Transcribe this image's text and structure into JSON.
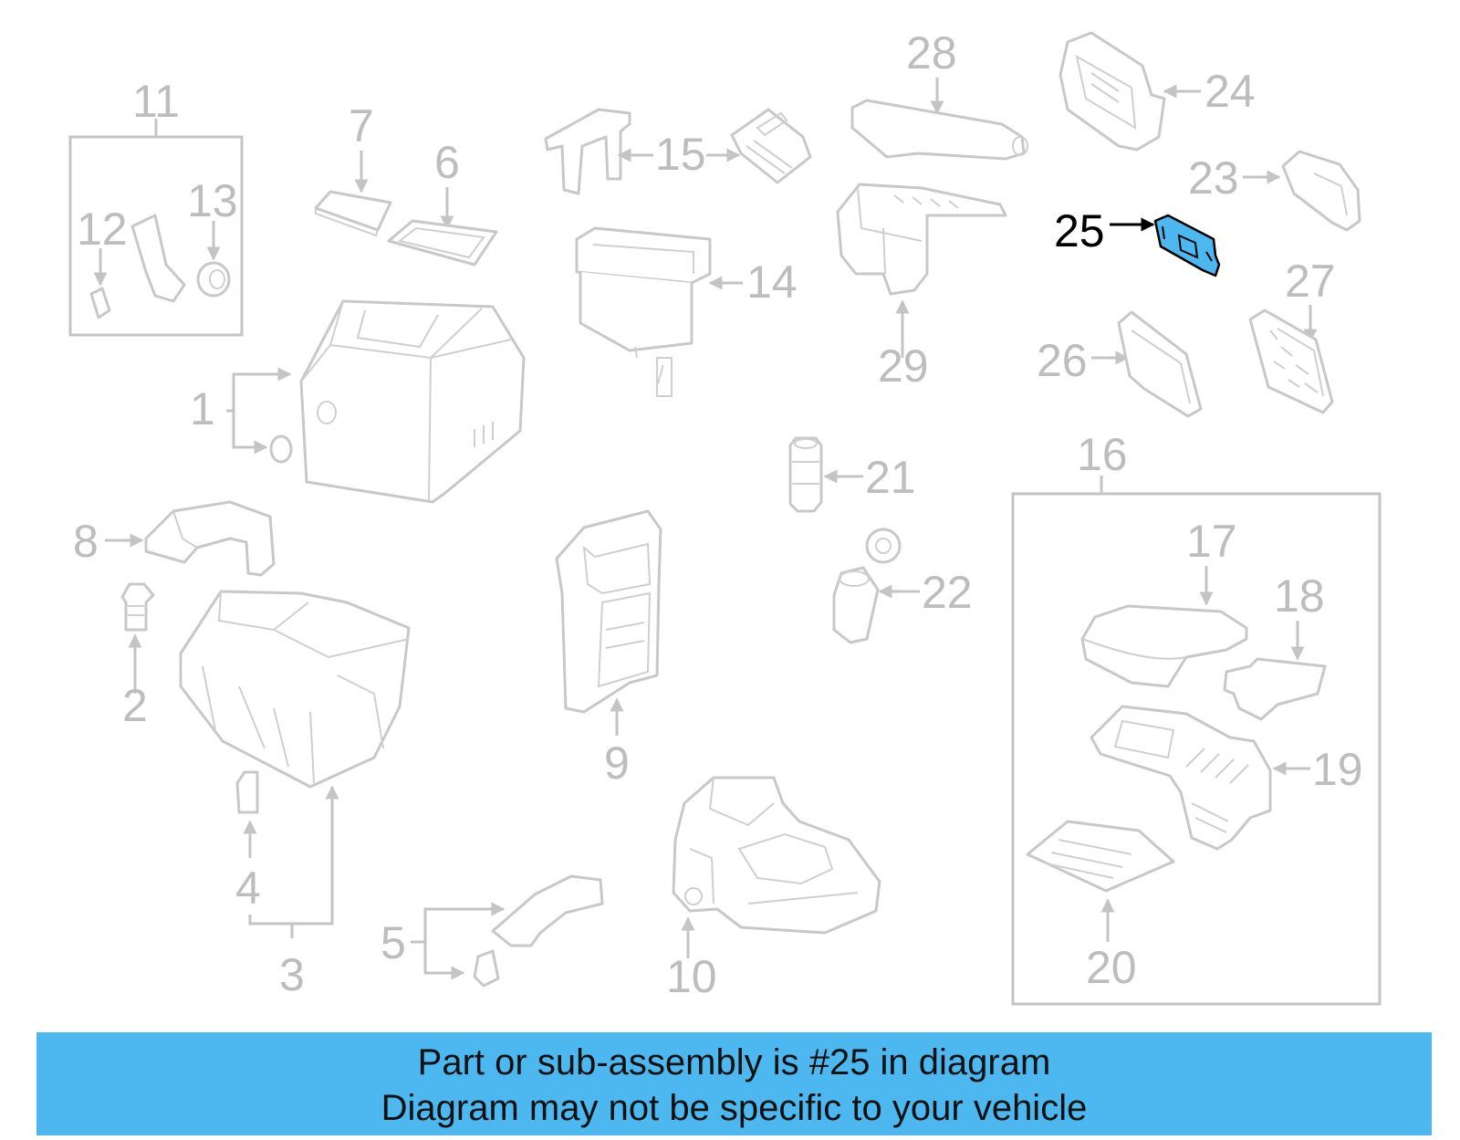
{
  "diagram": {
    "callouts": [
      "1",
      "2",
      "3",
      "4",
      "5",
      "6",
      "7",
      "8",
      "9",
      "10",
      "11",
      "12",
      "13",
      "14",
      "15",
      "16",
      "17",
      "18",
      "19",
      "20",
      "21",
      "22",
      "23",
      "24",
      "25",
      "26",
      "27",
      "28",
      "29"
    ],
    "highlighted_callout": "25",
    "highlight_color": "#4db8f0",
    "label_color": "#bdbdbd"
  },
  "banner": {
    "line1": "Part or sub-assembly is #25 in diagram",
    "line2": "Diagram may not be specific to your vehicle",
    "color": "#4db8f0"
  }
}
